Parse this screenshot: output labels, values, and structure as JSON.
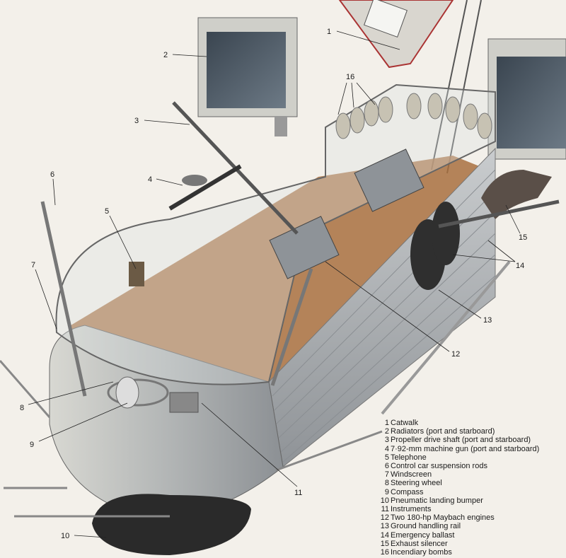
{
  "callouts": {
    "c1": "1",
    "c2": "2",
    "c3": "3",
    "c4": "4",
    "c5": "5",
    "c6": "6",
    "c7": "7",
    "c8": "8",
    "c9": "9",
    "c10": "10",
    "c11": "11",
    "c12": "12",
    "c13": "13",
    "c14": "14",
    "c15": "15",
    "c16": "16"
  },
  "legend": [
    {
      "num": "1",
      "label": "Catwalk"
    },
    {
      "num": "2",
      "label": "Radiators (port and starboard)"
    },
    {
      "num": "3",
      "label": "Propeller drive shaft (port and starboard)"
    },
    {
      "num": "4",
      "label": "7·92-mm machine gun (port and starboard)"
    },
    {
      "num": "5",
      "label": "Telephone"
    },
    {
      "num": "6",
      "label": "Control car suspension rods"
    },
    {
      "num": "7",
      "label": "Windscreen"
    },
    {
      "num": "8",
      "label": "Steering wheel"
    },
    {
      "num": "9",
      "label": "Compass"
    },
    {
      "num": "10",
      "label": "Pneumatic landing bumper"
    },
    {
      "num": "11",
      "label": "Instruments"
    },
    {
      "num": "12",
      "label": "Two 180-hp Maybach engines"
    },
    {
      "num": "13",
      "label": "Ground handling rail"
    },
    {
      "num": "14",
      "label": "Emergency ballast"
    },
    {
      "num": "15",
      "label": "Exhaust silencer"
    },
    {
      "num": "16",
      "label": "Incendiary bombs"
    }
  ],
  "colors": {
    "background": "#f3f0ea",
    "hull": "#b9bcbf",
    "floor": "#a8703f",
    "bumper": "#2a2a2a"
  }
}
